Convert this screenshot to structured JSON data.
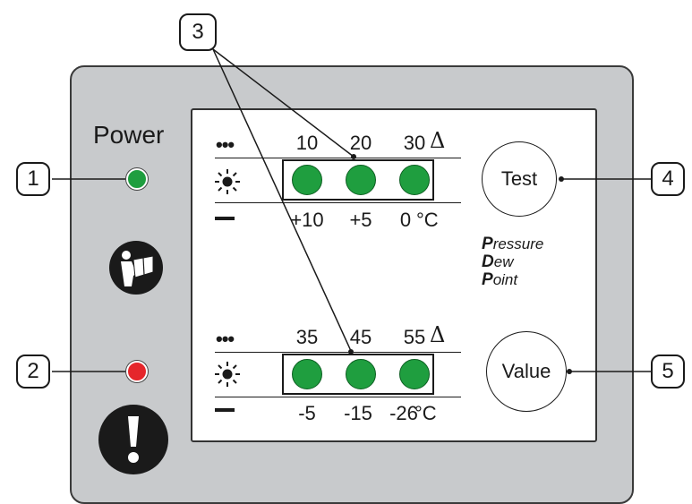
{
  "power_label": "Power",
  "callouts": [
    "1",
    "2",
    "3",
    "4",
    "5"
  ],
  "top_group": {
    "delta_values": [
      "10",
      "20",
      "30"
    ],
    "temp_values": [
      "+10",
      "+5",
      "0"
    ],
    "unit": "°C"
  },
  "bottom_group": {
    "delta_values": [
      "35",
      "45",
      "55"
    ],
    "temp_values": [
      "-5",
      "-15",
      "-26"
    ],
    "unit": "°C"
  },
  "delta_symbol": "Δ",
  "dots_symbol": "•••",
  "buttons": {
    "test": "Test",
    "value": "Value"
  },
  "pdp": [
    {
      "initial": "P",
      "rest": "ressure"
    },
    {
      "initial": "D",
      "rest": "ew"
    },
    {
      "initial": "P",
      "rest": "oint"
    }
  ],
  "colors": {
    "power_led": "#1f9e3f",
    "alarm_led": "#e5262b",
    "indicator": "#1f9e3f"
  },
  "icons": [
    "sun-icon",
    "manual-reader-icon",
    "exclamation-icon"
  ]
}
